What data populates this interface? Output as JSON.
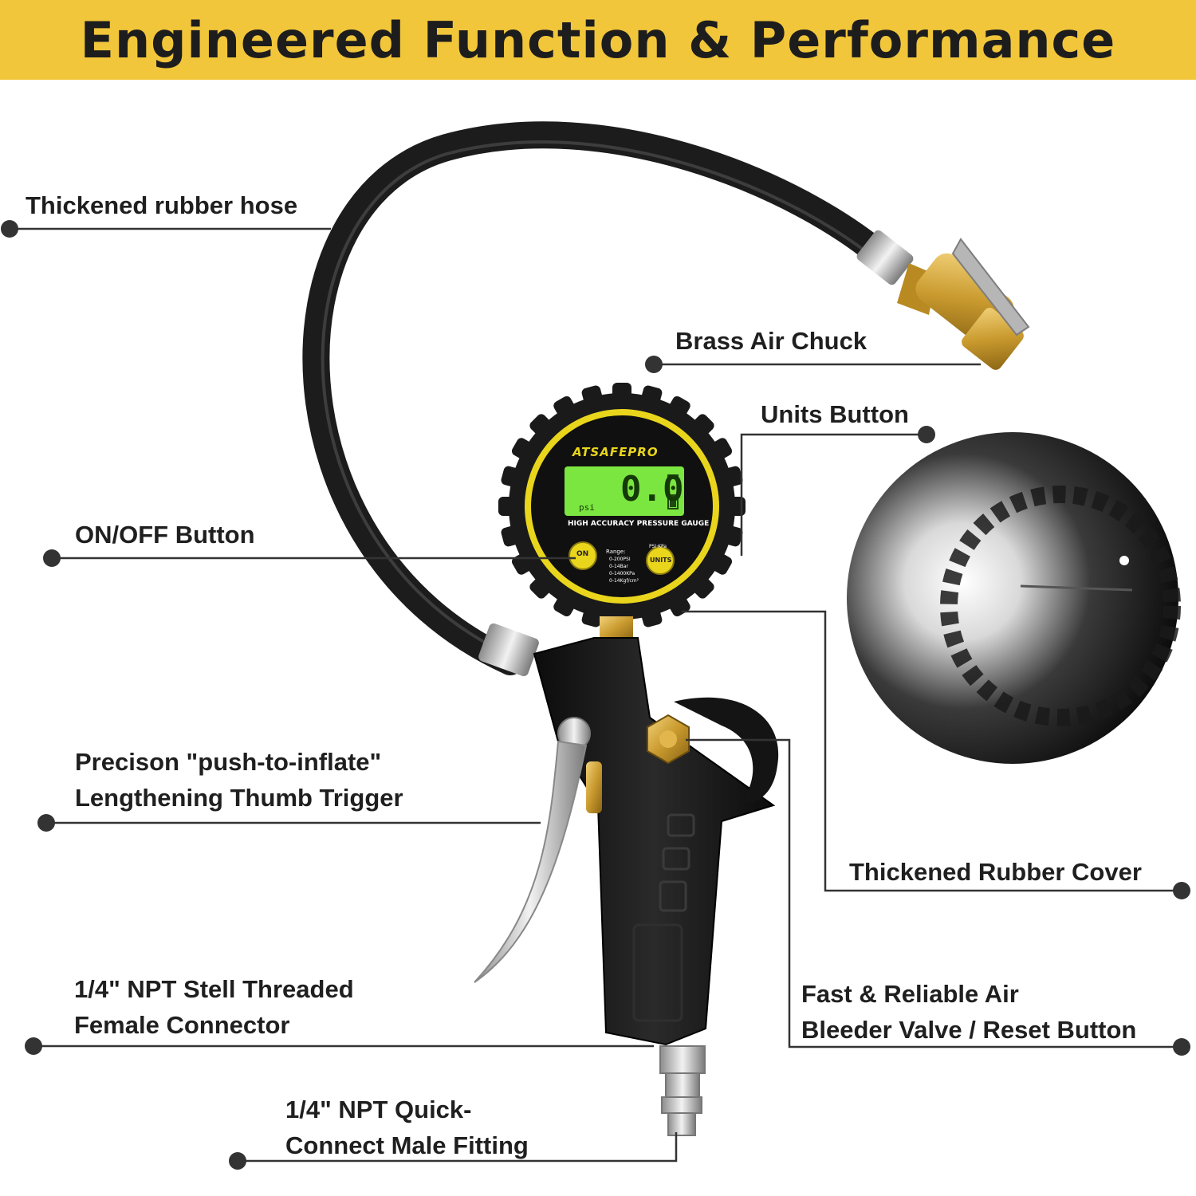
{
  "banner": {
    "title": "Engineered Function & Performance"
  },
  "labels": {
    "hose": "Thickened rubber hose",
    "chuck": "Brass Air Chuck",
    "units": "Units Button",
    "onoff": "ON/OFF Button",
    "trigger_line1": "Precison \"push-to-inflate\"",
    "trigger_line2": "Lengthening Thumb Trigger",
    "cover": "Thickened Rubber Cover",
    "connector_line1": "1/4\" NPT Stell Threaded",
    "connector_line2": "Female Connector",
    "bleeder_line1": "Fast & Reliable Air",
    "bleeder_line2": "Bleeder Valve / Reset Button",
    "fitting_line1": "1/4\" NPT Quick-",
    "fitting_line2": "Connect Male Fitting"
  },
  "gauge": {
    "brand": "ATSAFEPRO",
    "reading": "0.0",
    "unit": "psi",
    "caption": "HIGH ACCURACY PRESSURE GAUGE",
    "on_label": "ON",
    "units_label": "UNITS",
    "units_top": "PSI·KPa",
    "range_title": "Range:",
    "ranges": [
      "0-200PSI",
      "0-14Bar",
      "0-1400KPa",
      "0-14Kgf/cm²"
    ]
  },
  "colors": {
    "banner": "#f2c63a",
    "gauge_yellow": "#e9d51c",
    "lcd_green": "#7ce640",
    "brass": "#c99a2e",
    "rubber": "#1c1c1c"
  }
}
